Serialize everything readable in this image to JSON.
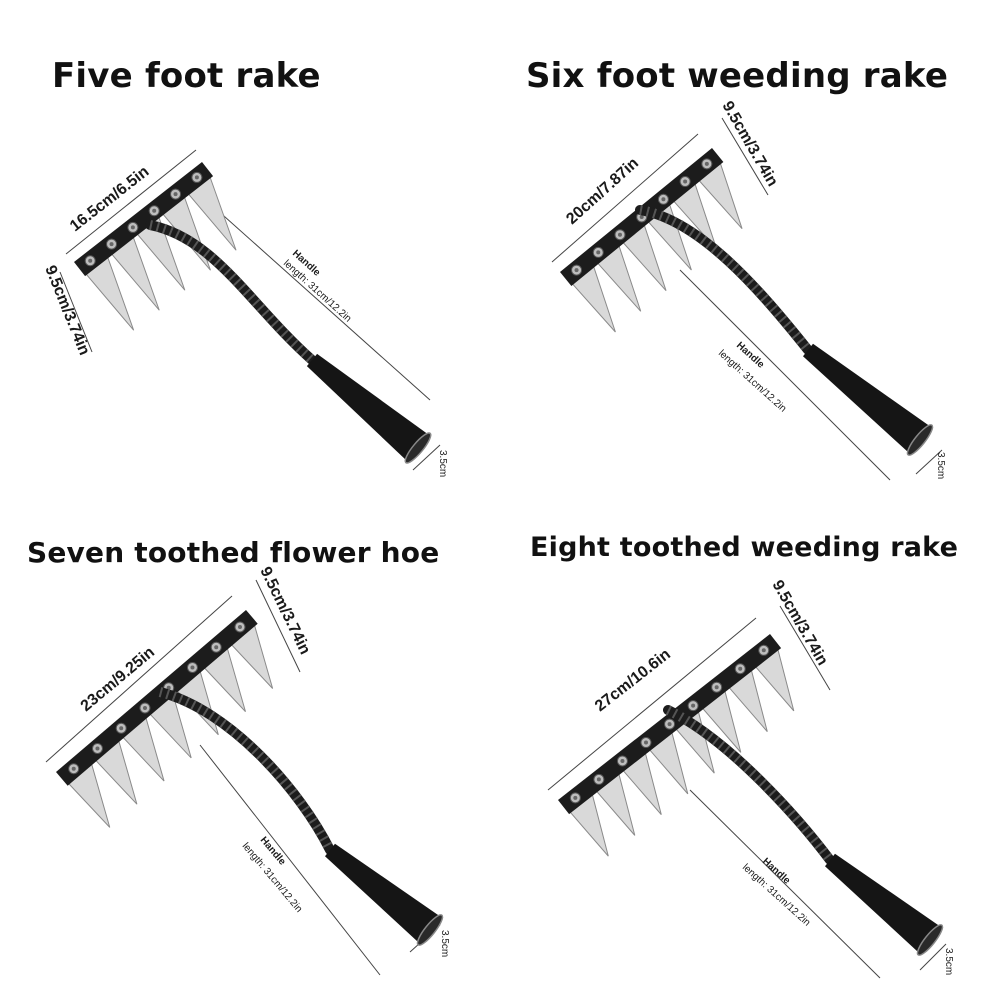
{
  "colors": {
    "background": "#ffffff",
    "metal_dark": "#1c1c1c",
    "blade_light": "#d9d9d9",
    "text": "#111111"
  },
  "panels": [
    {
      "title": "Five foot rake",
      "width_label": "16.5cm/6.5in",
      "tooth_label": "9.5cm/3.74in",
      "handle_label_1": "Handle",
      "handle_label_2": "length: 31cm/12.2in",
      "grip_label": "3.5cm",
      "teeth": 5
    },
    {
      "title": "Six foot weeding rake",
      "width_label": "20cm/7.87in",
      "tooth_label": "9.5cm/3.74in",
      "handle_label_1": "Handle",
      "handle_label_2": "length: 31cm/12.2in",
      "grip_label": "3.5cm",
      "teeth": 6
    },
    {
      "title": "Seven toothed flower hoe",
      "width_label": "23cm/9.25in",
      "tooth_label": "9.5cm/3.74in",
      "handle_label_1": "Handle",
      "handle_label_2": "length: 31cm/12.2in",
      "grip_label": "3.5cm",
      "teeth": 7
    },
    {
      "title": "Eight toothed weeding rake",
      "width_label": "27cm/10.6in",
      "tooth_label": "9.5cm/3.74in",
      "handle_label_1": "Handle",
      "handle_label_2": "length: 31cm/12.2in",
      "grip_label": "3.5cm",
      "teeth": 8
    }
  ]
}
